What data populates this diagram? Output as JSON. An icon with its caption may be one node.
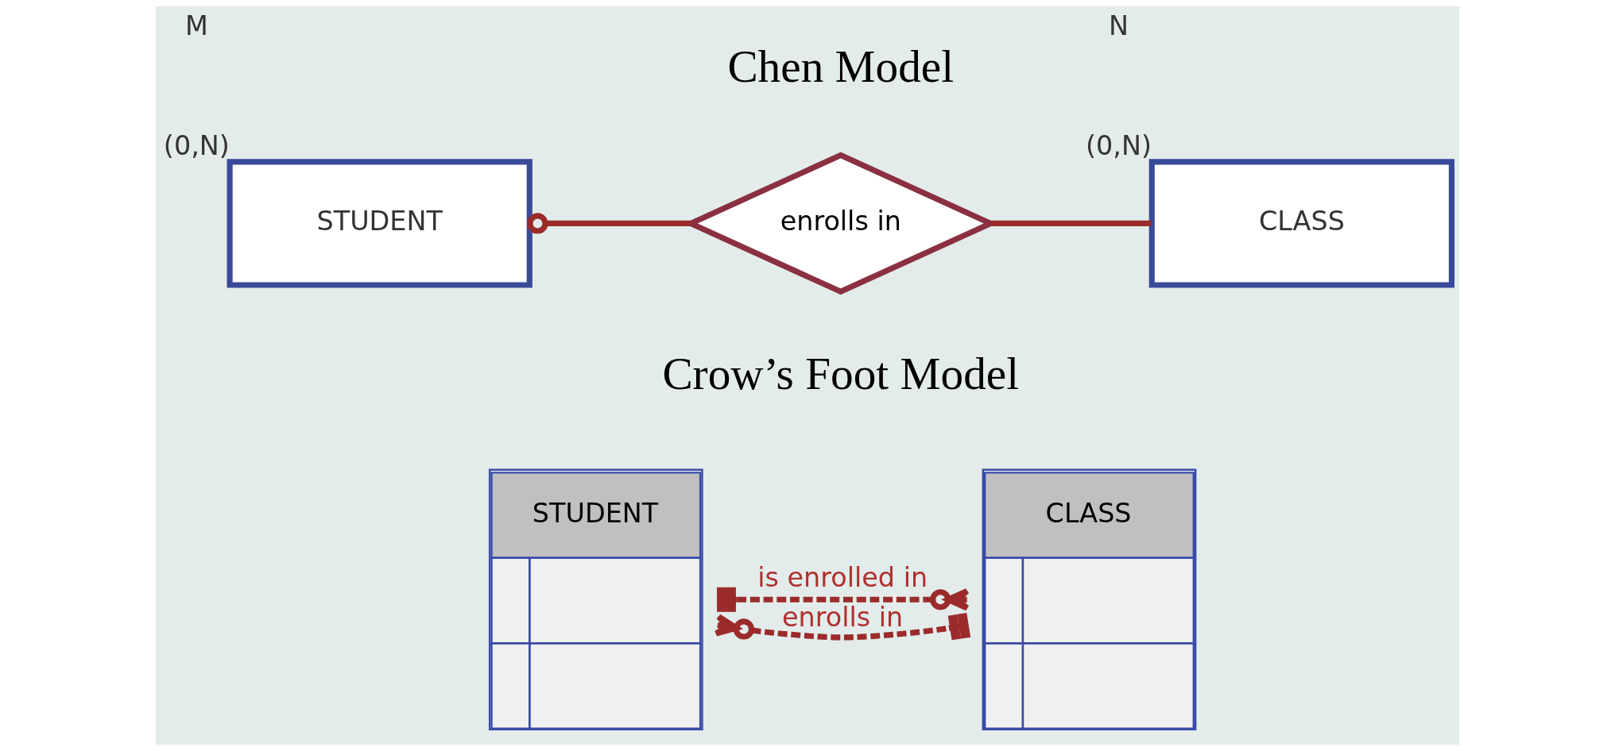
{
  "diagram": {
    "nodes": [
      {
        "text": [
          "STUDENT"
        ],
        "beside": [
          "M",
          "(0,N)"
        ]
      },
      {
        "text": [
          "enrolls in"
        ]
      },
      {
        "text": [
          "CLASS"
        ],
        "beside": [
          "N",
          "(0,N)"
        ]
      },
      {
        "text": [
          "STUDENT"
        ]
      },
      {
        "text": [
          "CLASS"
        ]
      }
    ],
    "edges": [
      {
        "from": 0,
        "to": 1,
        "arrow": "other"
      },
      {
        "from": 1,
        "to": 2,
        "arrow": "none"
      },
      {
        "from": 3,
        "to": 4,
        "arrow": "other",
        "label": "enrolls in",
        "style": "dashed"
      },
      {
        "from": 3,
        "to": 4,
        "arrow": "other",
        "label": "is enrolled in",
        "style": "dashed"
      }
    ],
    "labels": [
      "Chen Model",
      "Crow’s Foot Model"
    ]
  }
}
